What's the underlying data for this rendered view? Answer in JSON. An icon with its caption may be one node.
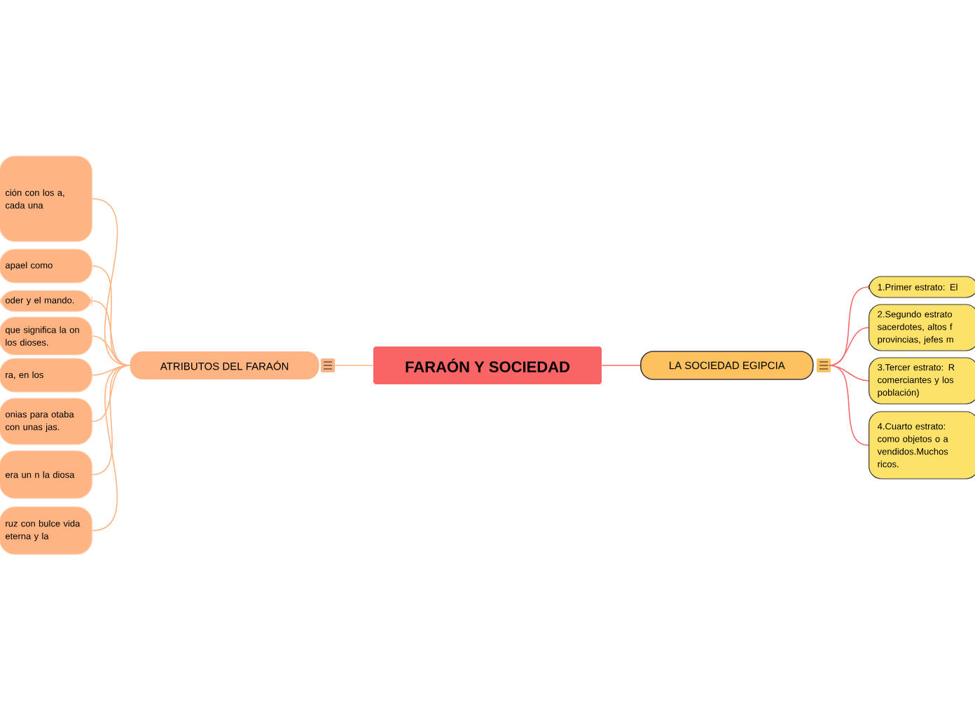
{
  "diagram": {
    "nodes": [
      {
        "text": [
          "FARAÓN Y SOCIEDAD"
        ]
      },
      {
        "text": [
          "ATRIBUTOS DEL FARAÓN"
        ]
      },
      {
        "text": [
          "ción con los a, cada una"
        ]
      },
      {
        "text": [
          "apael como"
        ]
      },
      {
        "text": [
          "oder y el mando."
        ]
      },
      {
        "text": [
          "que significa la on los dioses."
        ]
      },
      {
        "text": [
          "ra, en los"
        ]
      },
      {
        "text": [
          "onias para otaba con unas jas."
        ]
      },
      {
        "text": [
          "era un n la diosa"
        ]
      },
      {
        "text": [
          "ruz con bulce vida eterna y la"
        ]
      },
      {
        "text": [
          "LA SOCIEDAD EGIPCIA"
        ]
      },
      {
        "text": [
          "1.Primer estrato: El"
        ]
      },
      {
        "text": [
          "2.Segundo estrato sacerdotes, altos f provincias, jefes m"
        ]
      },
      {
        "text": [
          "3.Tercer estrato: R comerciantes y los población)"
        ]
      },
      {
        "text": [
          "4.Cuarto estrato: como objetos o a vendidos.Muchos ricos."
        ]
      }
    ],
    "edges": [
      {
        "from": 0,
        "to": 1,
        "arrow": "none"
      },
      {
        "from": 0,
        "to": 10,
        "arrow": "none",
        "color": "#f76b6b"
      },
      {
        "from": 1,
        "to": 2,
        "arrow": "none"
      },
      {
        "from": 1,
        "to": 3,
        "arrow": "none"
      },
      {
        "from": 1,
        "to": 4,
        "arrow": "none"
      },
      {
        "from": 1,
        "to": 5,
        "arrow": "none"
      },
      {
        "from": 1,
        "to": 6,
        "arrow": "none"
      },
      {
        "from": 1,
        "to": 7,
        "arrow": "none"
      },
      {
        "from": 1,
        "to": 8,
        "arrow": "none"
      },
      {
        "from": 1,
        "to": 9,
        "arrow": "none"
      },
      {
        "from": 10,
        "to": 11,
        "arrow": "none",
        "color": "#f76b6b"
      },
      {
        "from": 10,
        "to": 12,
        "arrow": "none",
        "color": "#f76b6b"
      },
      {
        "from": 10,
        "to": 13,
        "arrow": "none",
        "color": "#f76b6b"
      },
      {
        "from": 10,
        "to": 14,
        "arrow": "none",
        "color": "#f76b6b"
      }
    ]
  }
}
